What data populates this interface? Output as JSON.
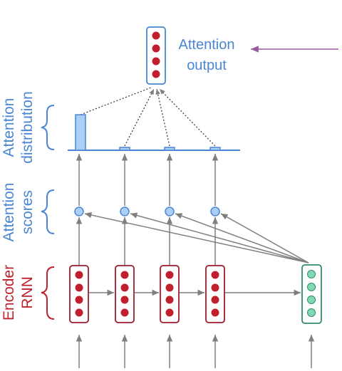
{
  "labels": {
    "attention_output": [
      "Attention",
      "output"
    ],
    "attention_distribution": [
      "Attention",
      "distribution"
    ],
    "attention_scores": [
      "Attention",
      "scores"
    ],
    "encoder_rnn": [
      "Encoder",
      "RNN"
    ]
  },
  "colors": {
    "blue": "#4a86d4",
    "blue_fill": "#aad0f6",
    "dark_red": "#9b1b2a",
    "red_fill": "#c0202e",
    "green": "#2e8b6e",
    "green_fill": "#7fd9b3",
    "gray": "#7f7f7f",
    "purple": "#9a5aa0"
  },
  "attention_distribution": [
    0.86,
    0.06,
    0.04,
    0.04
  ]
}
